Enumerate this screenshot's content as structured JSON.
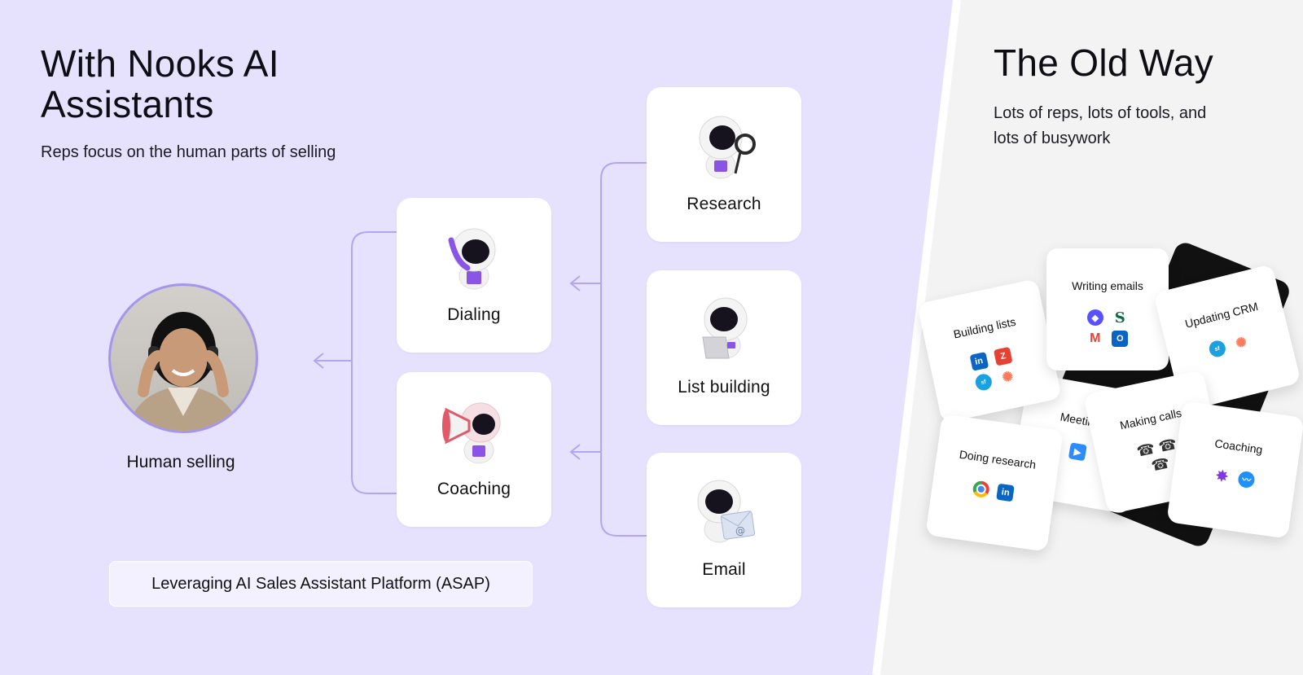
{
  "nooks_section": {
    "title": "With Nooks AI Assistants",
    "subtitle": "Reps focus on the human parts of selling",
    "human": {
      "label": "Human selling"
    },
    "assistants": [
      {
        "label": "Dialing",
        "mascot_icon": "phone-mascot-icon"
      },
      {
        "label": "Coaching",
        "mascot_icon": "megaphone-mascot-icon"
      }
    ],
    "tasks": [
      {
        "label": "Research",
        "mascot_icon": "magnifier-mascot-icon"
      },
      {
        "label": "List building",
        "mascot_icon": "laptop-mascot-icon"
      },
      {
        "label": "Email",
        "mascot_icon": "envelope-mascot-icon"
      }
    ],
    "platform_badge": "Leveraging AI Sales Assistant Platform (ASAP)"
  },
  "old_way_section": {
    "title": "The Old Way",
    "subtitle_line1": "Lots of reps, lots of tools, and",
    "subtitle_line2": "lots of busywork",
    "tiles": [
      {
        "label": "Building lists",
        "icons": [
          "linkedin-icon",
          "zoominfo-icon",
          "salesforce-icon",
          "hubspot-icon"
        ]
      },
      {
        "label": "Writing emails",
        "icons": [
          "outreach-icon",
          "salesloft-icon",
          "gmail-icon",
          "outlook-icon"
        ]
      },
      {
        "label": "Updating CRM",
        "icons": [
          "salesforce-icon",
          "hubspot-icon"
        ]
      },
      {
        "label": "Meetings",
        "icons": [
          "zoom-icon"
        ]
      },
      {
        "label": "Making calls",
        "icons": [
          "phone-icon",
          "phone-icon",
          "phone-icon"
        ]
      },
      {
        "label": "Doing research",
        "icons": [
          "chrome-icon",
          "linkedin-icon"
        ]
      },
      {
        "label": "Coaching",
        "icons": [
          "gong-icon",
          "chorus-icon"
        ]
      }
    ]
  },
  "colors": {
    "lavender_background": "#e6e2fe",
    "connector_line": "#b3a6ef",
    "old_way_background": "#f3f3f4",
    "avatar_ring": "#a596ec"
  }
}
